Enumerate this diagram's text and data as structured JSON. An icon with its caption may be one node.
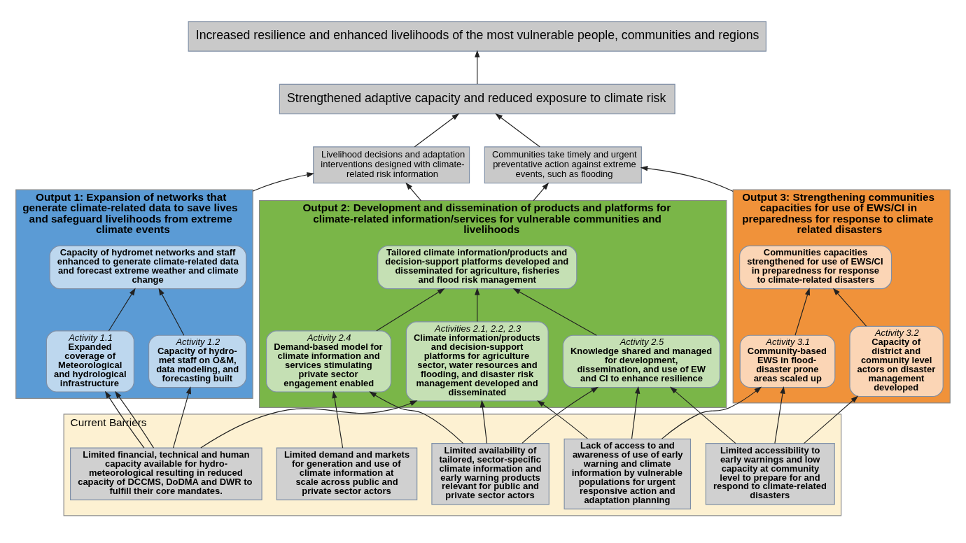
{
  "diagram": {
    "nodes": [
      {
        "text": [
          "Increased resilience and enhanced livelihoods of the most vulnerable people, communities and regions"
        ]
      },
      {
        "text": [
          "Strengthened adaptive capacity and reduced exposure to climate risk"
        ]
      },
      {
        "text": [
          "Livelihood decisions and adaptation interventions designed with climate-related risk information"
        ]
      },
      {
        "text": [
          "Communities take timely and urgent preventative action against extreme events, such as flooding"
        ]
      },
      {
        "text": [
          "Output 1: Expansion of networks that generate climate-related data to save lives and safeguard livelihoods from extreme climate events"
        ]
      },
      {
        "text": [
          "Capacity of hydromet networks and staff enhanced to generate climate-related data and forecast extreme weather and climate change"
        ],
        "in": 4
      },
      {
        "text": [
          "Activity 1.1",
          "Expanded coverage of Meteorological and hydrological infrastructure"
        ],
        "in": 4
      },
      {
        "text": [
          "Activity 1.2",
          "Capacity of hydro-met staff on O&M, data modeling, and forecasting built"
        ],
        "in": 4
      },
      {
        "text": [
          "Output 2: Development and dissemination of products and platforms for climate-related information/services for vulnerable communities and livelihoods"
        ]
      },
      {
        "text": [
          "Tailored climate information/products and decision-support platforms developed and disseminated for agriculture, fisheries and flood risk management"
        ],
        "in": 8
      },
      {
        "text": [
          "Activities 2.1, 2.2, 2.3",
          "Climate information/products and decision-support platforms for agriculture sector, water resources and flooding, and disaster risk management developed and disseminated"
        ],
        "in": 8
      },
      {
        "text": [
          "Activity 2.4",
          "Demand-based model for climate information and services stimulating private sector engagement enabled"
        ],
        "in": 8
      },
      {
        "text": [
          "Activity 2.5",
          "Knowledge shared and managed for development, dissemination, and use of EW and CI to enhance resilience"
        ],
        "in": 8
      },
      {
        "text": [
          "Output 3: Strengthening communities capacities for use of EWS/CI in preparedness for response to climate related disasters"
        ]
      },
      {
        "text": [
          "Communities capacities strengthened for use of EWS/CI in preparedness for response to climate-related disasters"
        ],
        "in": 13
      },
      {
        "text": [
          "Activity 3.1",
          "Community-based EWS in flood-disaster prone areas scaled up"
        ],
        "in": 13
      },
      {
        "text": [
          "Activity 3.2",
          "Capacity of district and community level actors on disaster management developed"
        ],
        "in": 13
      },
      {
        "text": [
          "Current Barriers"
        ]
      },
      {
        "text": [
          "Limited financial, technical and human capacity available for hydro-meteorological resulting in reduced capacity of DCCMS, DoDMA and DWR to fulfill their core mandates."
        ],
        "in": 17
      },
      {
        "text": [
          "Limited availability of tailored, sector-specific climate information and early warning products relevant for public and private sector actors"
        ],
        "in": 17
      },
      {
        "text": [
          "Lack of access to and awareness of use of early warning and climate information by vulnerable populations for urgent responsive action and adaptation planning"
        ],
        "in": 17
      },
      {
        "text": [
          "Limited demand and markets for generation and use of climate information at scale across public and private sector actors"
        ],
        "in": 17
      },
      {
        "text": [
          "Limited accessibility to early warnings and low capacity at community level to prepare for and respond to climate-related disasters"
        ],
        "in": 17
      }
    ],
    "edges": [
      {
        "from": 1,
        "to": 0,
        "arrow": "to"
      },
      {
        "from": 2,
        "to": 1,
        "arrow": "to"
      },
      {
        "from": 3,
        "to": 1,
        "arrow": "to"
      },
      {
        "from": 4,
        "to": 2,
        "arrow": "to"
      },
      {
        "from": 8,
        "to": 2,
        "arrow": "to"
      },
      {
        "from": 8,
        "to": 3,
        "arrow": "to"
      },
      {
        "from": 13,
        "to": 3,
        "arrow": "to"
      },
      {
        "from": 6,
        "to": 5,
        "arrow": "to"
      },
      {
        "from": 7,
        "to": 5,
        "arrow": "to"
      },
      {
        "from": 10,
        "to": 9,
        "arrow": "to"
      },
      {
        "from": 11,
        "to": 9,
        "arrow": "to"
      },
      {
        "from": 12,
        "to": 9,
        "arrow": "to"
      },
      {
        "from": 15,
        "to": 14,
        "arrow": "to"
      },
      {
        "from": 16,
        "to": 14,
        "arrow": "to"
      },
      {
        "from": 18,
        "to": 6,
        "arrow": "to"
      },
      {
        "from": 18,
        "to": 6,
        "arrow": "to"
      },
      {
        "from": 18,
        "to": 7,
        "arrow": "to"
      },
      {
        "from": 18,
        "to": 10,
        "arrow": "to"
      },
      {
        "from": 19,
        "to": 10,
        "arrow": "to"
      },
      {
        "from": 19,
        "to": 11,
        "arrow": "to"
      },
      {
        "from": 19,
        "to": 12,
        "arrow": "to"
      },
      {
        "from": 20,
        "to": 10,
        "arrow": "to"
      },
      {
        "from": 20,
        "to": 12,
        "arrow": "to"
      },
      {
        "from": 20,
        "to": 15,
        "arrow": "to"
      },
      {
        "from": 21,
        "to": 11,
        "arrow": "to"
      },
      {
        "from": 22,
        "to": 12,
        "arrow": "to"
      },
      {
        "from": 22,
        "to": 15,
        "arrow": "to"
      },
      {
        "from": 22,
        "to": 16,
        "arrow": "to"
      }
    ]
  }
}
